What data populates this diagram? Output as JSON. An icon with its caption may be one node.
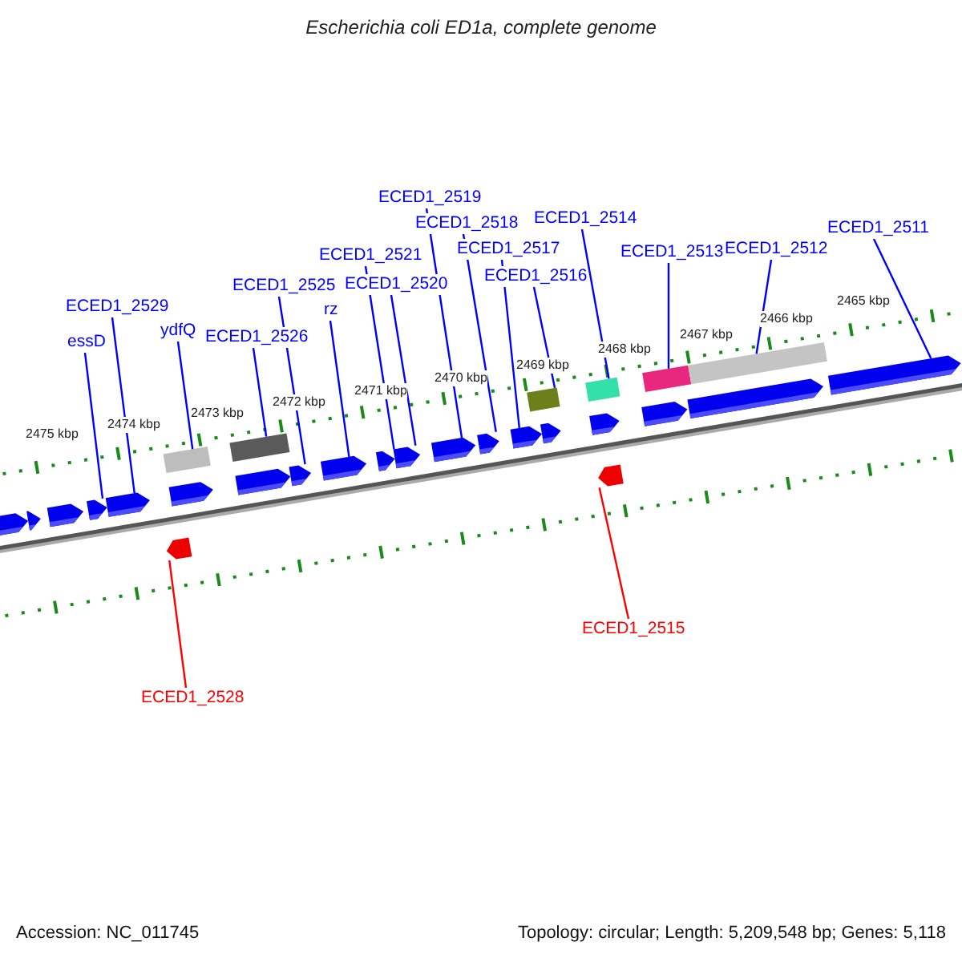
{
  "diagram": {
    "title": "Escherichia coli ED1a, complete genome",
    "nodes": [
      {
        "text": [
          "ECED1_2529"
        ]
      },
      {
        "text": [
          "essD"
        ]
      },
      {
        "text": [
          "ydfQ"
        ]
      },
      {
        "text": [
          "ECED1_2526"
        ]
      },
      {
        "text": [
          "ECED1_2525"
        ]
      },
      {
        "text": [
          "rz"
        ]
      },
      {
        "text": [
          "ECED1_2521"
        ]
      },
      {
        "text": [
          "ECED1_2520"
        ]
      },
      {
        "text": [
          "ECED1_2519"
        ]
      },
      {
        "text": [
          "ECED1_2518"
        ]
      },
      {
        "text": [
          "ECED1_2517"
        ]
      },
      {
        "text": [
          "ECED1_2516"
        ]
      },
      {
        "text": [
          "ECED1_2514"
        ]
      },
      {
        "text": [
          "ECED1_2513"
        ]
      },
      {
        "text": [
          "ECED1_2512"
        ]
      },
      {
        "text": [
          "ECED1_2511"
        ]
      },
      {
        "text": [
          "ECED1_2528"
        ]
      },
      {
        "text": [
          "ECED1_2515"
        ]
      },
      {
        "text": [],
        "shape": "arrow"
      },
      {
        "text": [],
        "shape": "arrow"
      },
      {
        "text": [],
        "shape": "arrow"
      },
      {
        "text": [],
        "shape": "bar"
      },
      {
        "text": [],
        "shape": "bar"
      },
      {
        "text": [],
        "shape": "arrow"
      },
      {
        "text": [],
        "shape": "arrow"
      },
      {
        "text": [],
        "shape": "arrow"
      },
      {
        "text": [],
        "shape": "arrow"
      },
      {
        "text": [],
        "shape": "arrow"
      },
      {
        "text": [],
        "shape": "arrow"
      },
      {
        "text": [],
        "shape": "arrow"
      },
      {
        "text": [],
        "shape": "bar"
      },
      {
        "text": [],
        "shape": "arrow"
      },
      {
        "text": [],
        "shape": "bar"
      },
      {
        "text": [],
        "shape": "bar"
      },
      {
        "text": [],
        "shape": "bar"
      },
      {
        "text": [],
        "shape": "arrow"
      },
      {
        "text": [],
        "shape": "arrow"
      },
      {
        "text": [],
        "shape": "arrow"
      },
      {
        "text": [],
        "shape": "arrow"
      },
      {
        "text": [],
        "shape": "arrow"
      },
      {
        "text": [],
        "shape": "arrow"
      },
      {
        "text": [],
        "shape": "arrow"
      },
      {
        "text": [],
        "shape": "arrow"
      },
      {
        "text": [],
        "shape": "arrow"
      },
      {
        "text": [],
        "shape": "arrow"
      }
    ],
    "edges": [
      {
        "from": 0,
        "to": 19,
        "arrow": "none"
      },
      {
        "from": 1,
        "to": 18,
        "arrow": "none"
      },
      {
        "from": 2,
        "to": 21,
        "arrow": "none"
      },
      {
        "from": 3,
        "to": 22,
        "arrow": "none"
      },
      {
        "from": 4,
        "to": 23,
        "arrow": "none"
      },
      {
        "from": 5,
        "to": 24,
        "arrow": "none"
      },
      {
        "from": 6,
        "to": 25,
        "arrow": "none"
      },
      {
        "from": 7,
        "to": 26,
        "arrow": "none"
      },
      {
        "from": 8,
        "to": 27,
        "arrow": "none"
      },
      {
        "from": 9,
        "to": 28,
        "arrow": "none"
      },
      {
        "from": 10,
        "to": 29,
        "arrow": "none"
      },
      {
        "from": 11,
        "to": 30,
        "arrow": "none"
      },
      {
        "from": 12,
        "to": 32,
        "arrow": "none"
      },
      {
        "from": 13,
        "to": 33,
        "arrow": "none"
      },
      {
        "from": 14,
        "to": 34,
        "arrow": "none"
      },
      {
        "from": 15,
        "to": 35,
        "arrow": "none"
      },
      {
        "from": 16,
        "to": 20,
        "arrow": "none",
        "color": "#ff0000"
      },
      {
        "from": 17,
        "to": 31,
        "arrow": "none",
        "color": "#ff0000"
      }
    ],
    "labels": [
      "2475 kbp",
      "2474 kbp",
      "2473 kbp",
      "2472 kbp",
      "2471 kbp",
      "2470 kbp",
      "2469 kbp",
      "2468 kbp",
      "2467 kbp",
      "2466 kbp",
      "2465 kbp",
      "Accession: NC_011745",
      "Topology: circular; Length: 5,209,548 bp; Genes: 5,118"
    ]
  }
}
